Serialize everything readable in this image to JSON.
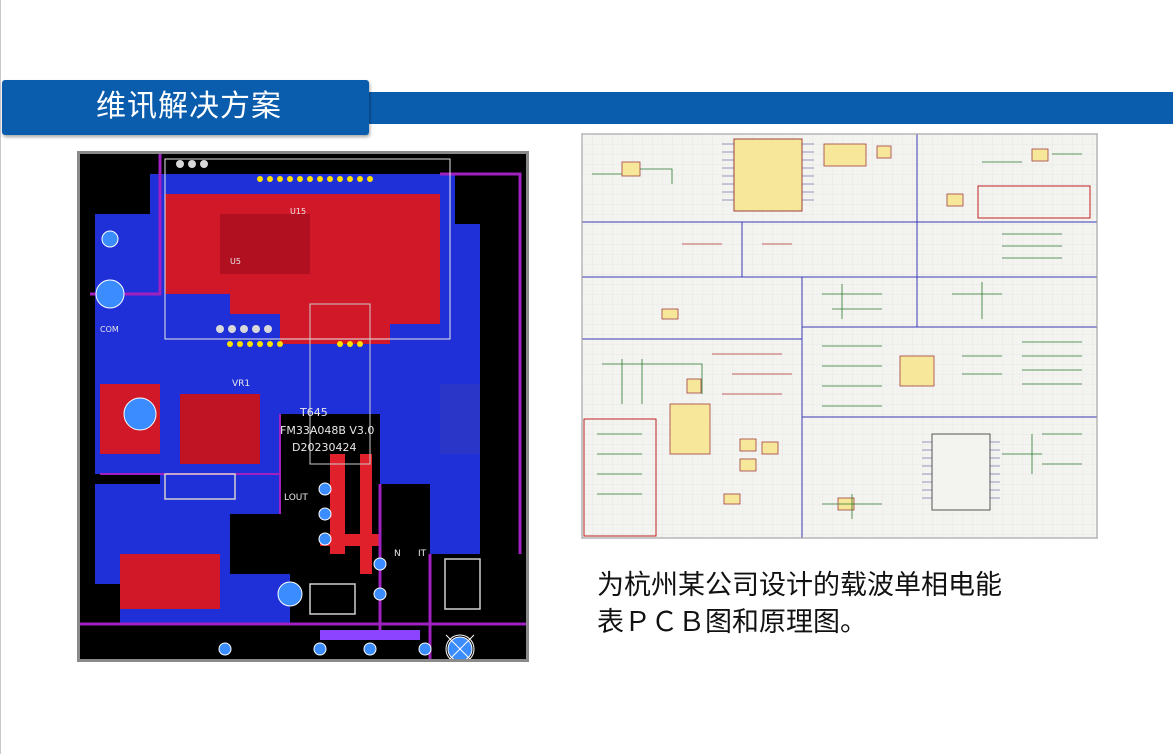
{
  "slide": {
    "title": "维讯解决方案"
  },
  "pcb_image": {
    "labels": {
      "model": "T645",
      "board": "FM33A048B  V3.0",
      "date": "D20230424",
      "vr1": "VR1",
      "lout": "LOUT",
      "n": "N",
      "t": "IT",
      "u15": "U15",
      "u5": "U5",
      "com": "COM"
    }
  },
  "caption": {
    "line1": "为杭州某公司设计的载波单相电能",
    "line2": "表ＰＣＢ图和原理图。"
  },
  "colors": {
    "brand_blue": "#0a5cad",
    "pcb_red": "#e0202a",
    "pcb_blue": "#2030d8",
    "pcb_purple": "#a020c0"
  }
}
